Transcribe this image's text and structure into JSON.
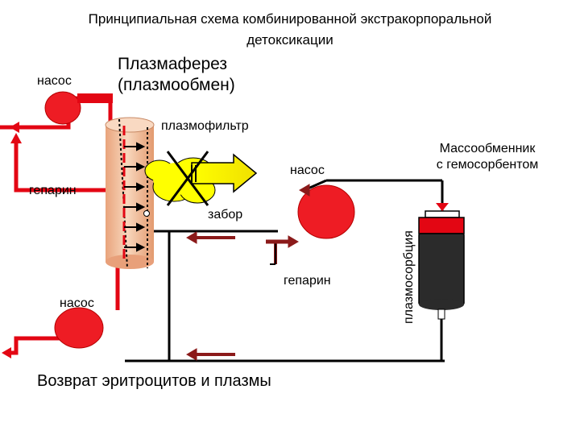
{
  "title_line1": "Принципиальная схема комбинированной экстракорпоральной",
  "title_line2": "детоксикации",
  "heading_line1": "Плазмаферез",
  "heading_line2": "(плазмообмен)",
  "labels": {
    "pump_top": "насос",
    "plasmafilter": "плазмофильтр",
    "exchanger_line1": "Массообменник",
    "exchanger_line2": "с гемосорбентом",
    "pump_mid": "насос",
    "heparin_left": "гепарин",
    "intake": "забор",
    "plasmasorption": "плазмосорбция",
    "heparin_mid": "гепарин",
    "pump_bottom": "насос",
    "return": "Возврат эритроцитов и плазмы"
  },
  "colors": {
    "line": "#000000",
    "flow": "#e30613",
    "pump": "#ee1c24",
    "arrow_dark": "#8b1a1a",
    "filter": "#f2bd9a",
    "cloud": "#ffff00"
  }
}
